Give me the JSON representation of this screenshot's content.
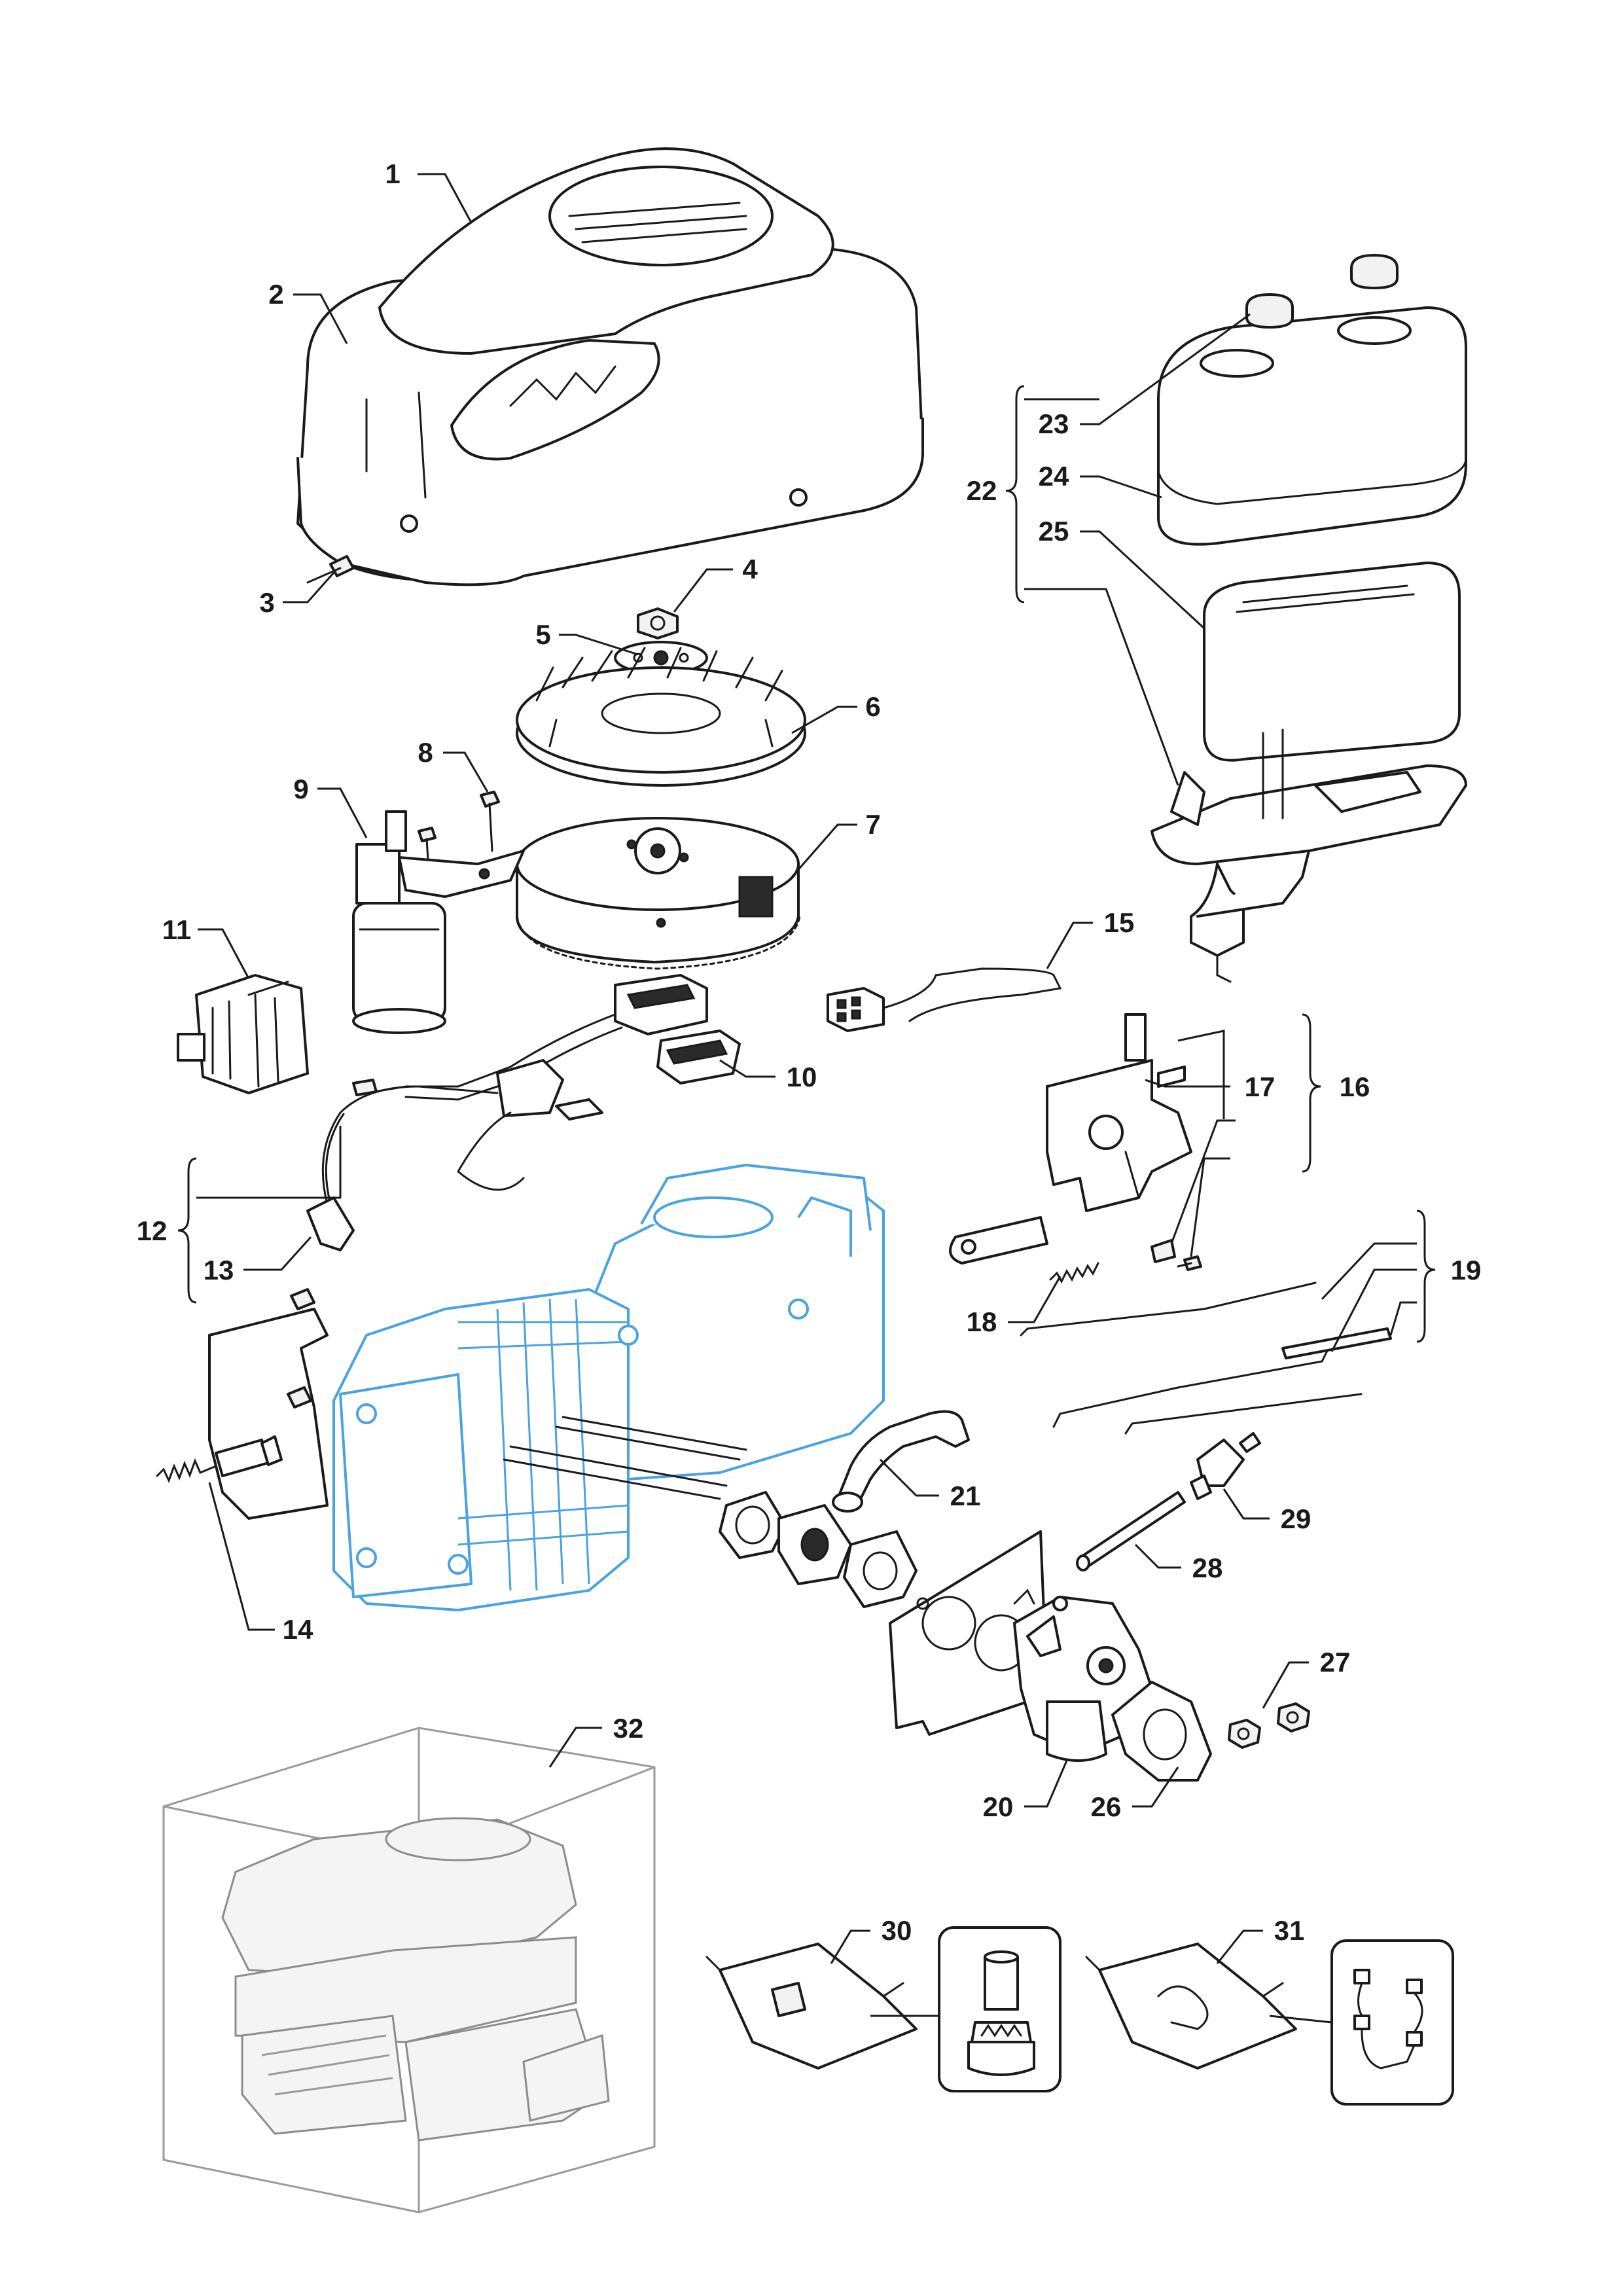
{
  "callouts": [
    {
      "id": "1",
      "label": "1"
    },
    {
      "id": "2",
      "label": "2"
    },
    {
      "id": "3",
      "label": "3"
    },
    {
      "id": "4",
      "label": "4"
    },
    {
      "id": "5",
      "label": "5"
    },
    {
      "id": "6",
      "label": "6"
    },
    {
      "id": "7",
      "label": "7"
    },
    {
      "id": "8",
      "label": "8"
    },
    {
      "id": "9",
      "label": "9"
    },
    {
      "id": "10",
      "label": "10"
    },
    {
      "id": "11",
      "label": "11"
    },
    {
      "id": "12",
      "label": "12"
    },
    {
      "id": "13",
      "label": "13"
    },
    {
      "id": "14",
      "label": "14"
    },
    {
      "id": "15",
      "label": "15"
    },
    {
      "id": "16",
      "label": "16"
    },
    {
      "id": "17",
      "label": "17"
    },
    {
      "id": "18",
      "label": "18"
    },
    {
      "id": "19",
      "label": "19"
    },
    {
      "id": "20",
      "label": "20"
    },
    {
      "id": "21",
      "label": "21"
    },
    {
      "id": "22",
      "label": "22"
    },
    {
      "id": "23",
      "label": "23"
    },
    {
      "id": "24",
      "label": "24"
    },
    {
      "id": "25",
      "label": "25"
    },
    {
      "id": "26",
      "label": "26"
    },
    {
      "id": "27",
      "label": "27"
    },
    {
      "id": "28",
      "label": "28"
    },
    {
      "id": "29",
      "label": "29"
    },
    {
      "id": "30",
      "label": "30"
    },
    {
      "id": "31",
      "label": "31"
    },
    {
      "id": "32",
      "label": "32"
    }
  ],
  "colors": {
    "line": "#1a1a1a",
    "engine_block": "#4aa3df",
    "ghost": "#8c8c8c"
  }
}
